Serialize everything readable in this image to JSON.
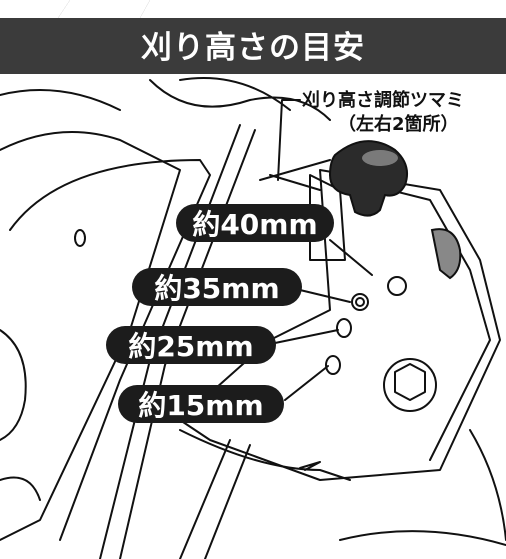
{
  "header": {
    "title": "刈り高さの目安"
  },
  "callouts": {
    "knob_name": "刈り高さ調節ツマミ",
    "knob_note": "（左右2箇所）"
  },
  "labels": [
    {
      "text": "約40mm"
    },
    {
      "text": "約35mm"
    },
    {
      "text": "約25mm"
    },
    {
      "text": "約15mm"
    }
  ],
  "colors": {
    "header_bg": "#3b3b3b",
    "pill_bg": "#1c1c1c",
    "line": "#111111"
  }
}
